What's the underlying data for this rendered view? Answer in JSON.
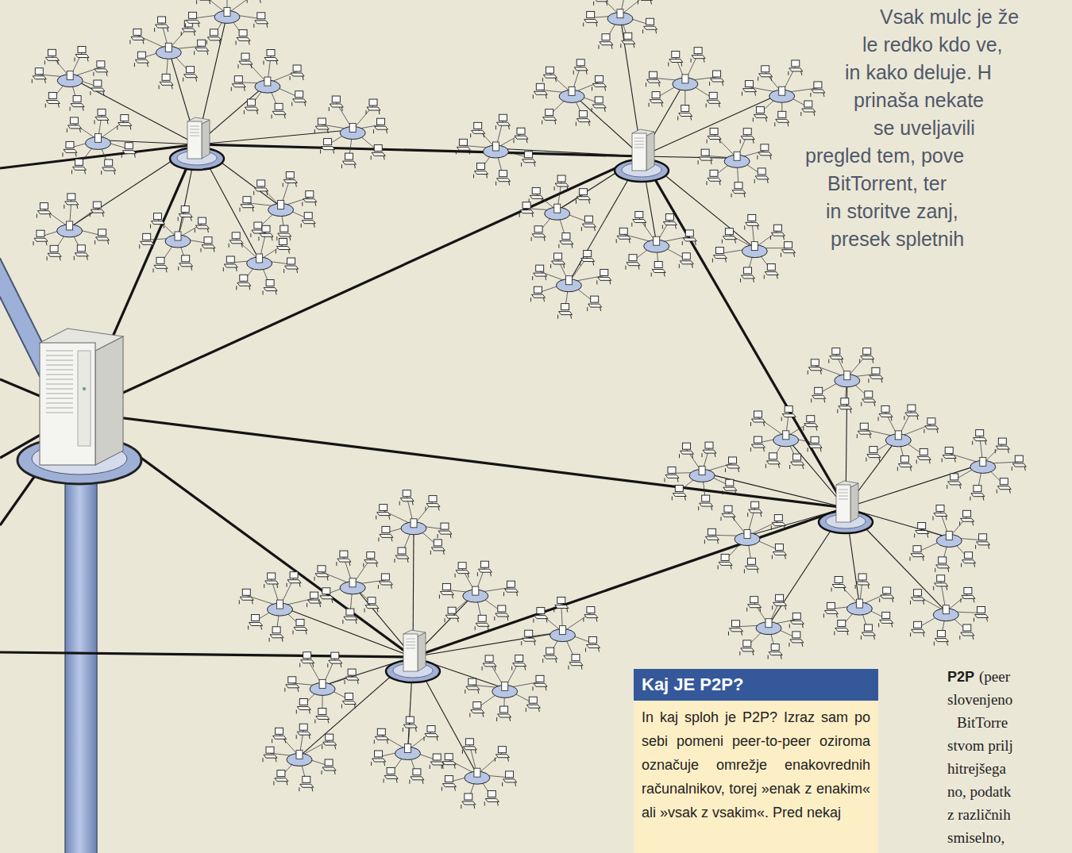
{
  "diagram": {
    "nodes": [
      {
        "text": [
          "Kaj JE P2P?",
          "In kaj sploh je P2P? Izraz sam po sebi pomeni peer-to-peer oziroma označuje omrežje enakovrednih računalnikov, torej »enak z enakim« ali »vsak z vsakim«. Pred nekaj"
        ]
      }
    ],
    "labels": [
      "Vsak mulc je že",
      "le redko kdo ve,",
      "in kako deluje. H",
      "prinaša nekate",
      "se uveljavili",
      "pregled tem, pove",
      "BitTorrent, ter",
      "in storitve zanj,",
      "presek spletnih",
      "P2P",
      "(peer",
      "slovenjeno",
      "BitTorre",
      "stvom prilj",
      "hitrejšega",
      "no, podatk",
      "z različnih",
      "smiselno,"
    ]
  }
}
